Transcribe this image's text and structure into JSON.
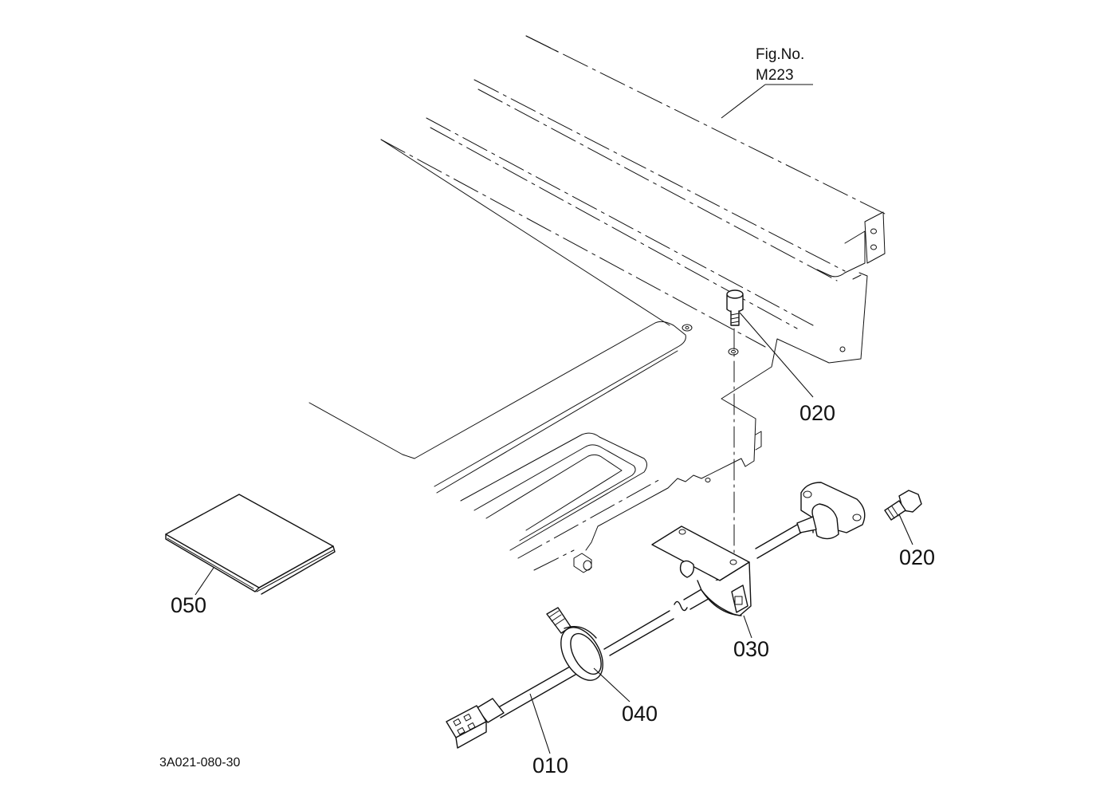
{
  "figure_reference": {
    "line1": "Fig.No.",
    "line2": "M223"
  },
  "document_id": "3A021-080-30",
  "callouts": {
    "c010": "010",
    "c020_upper": "020",
    "c020_right": "020",
    "c030": "030",
    "c040": "040",
    "c050": "050"
  }
}
